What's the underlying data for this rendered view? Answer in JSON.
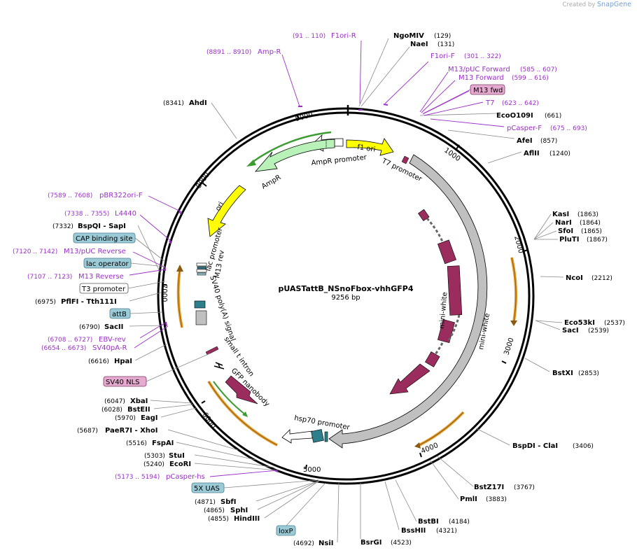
{
  "credit": {
    "prefix": "Created by",
    "brand": "SnapGene"
  },
  "plasmid": {
    "name": "pUASTattB_NSnoFbox-vhhGFP4",
    "size_label": "9256 bp",
    "length": 9256
  },
  "colors": {
    "feature_purple": "#9b2d5e",
    "ori_yellow": "#ffff00",
    "ampr_green": "#b9f2b9",
    "promoter_white": "#ffffff",
    "gray_feature": "#c0c0c0",
    "primer_purple": "#9b30c8",
    "label_blue_box": "#9ccbd8",
    "label_pink_box": "#e6a9cf",
    "orf_orange": "#e8a030",
    "orf_green": "#3c9c32",
    "teal": "#2e7f8c"
  },
  "tick_labels": [
    "1000",
    "2000",
    "3000",
    "4000",
    "5000",
    "6000",
    "7000",
    "8000",
    "9000"
  ],
  "enzymes": [
    {
      "name": "NgoMIV",
      "pos": "(129)"
    },
    {
      "name": "NaeI",
      "pos": "(131)"
    },
    {
      "name": "EcoO109I",
      "pos": "(661)"
    },
    {
      "name": "AfeI",
      "pos": "(857)"
    },
    {
      "name": "AflII",
      "pos": "(1240)"
    },
    {
      "name": "KasI",
      "pos": "(1863)"
    },
    {
      "name": "NarI",
      "pos": "(1864)"
    },
    {
      "name": "SfoI",
      "pos": "(1865)"
    },
    {
      "name": "PluTI",
      "pos": "(1867)"
    },
    {
      "name": "NcoI",
      "pos": "(2212)"
    },
    {
      "name": "Eco53kI",
      "pos": "(2537)"
    },
    {
      "name": "SacI",
      "pos": "(2539)"
    },
    {
      "name": "BstXI",
      "pos": "(2853)"
    },
    {
      "name": "BspDI - ClaI",
      "pos": "(3406)"
    },
    {
      "name": "BstZ17I",
      "pos": "(3767)"
    },
    {
      "name": "PmlI",
      "pos": "(3883)"
    },
    {
      "name": "BstBI",
      "pos": "(4184)"
    },
    {
      "name": "BssHII",
      "pos": "(4321)"
    },
    {
      "name": "BsrGI",
      "pos": "(4523)"
    },
    {
      "name": "NsiI",
      "pos": "(4692)"
    },
    {
      "name": "HindIII",
      "pos": "(4855)"
    },
    {
      "name": "SphI",
      "pos": "(4865)"
    },
    {
      "name": "SbfI",
      "pos": "(4871)"
    },
    {
      "name": "EcoRI",
      "pos": "(5240)"
    },
    {
      "name": "StuI",
      "pos": "(5303)"
    },
    {
      "name": "FspAI",
      "pos": "(5516)"
    },
    {
      "name": "PaeR7I - XhoI",
      "pos": "(5687)"
    },
    {
      "name": "EagI",
      "pos": "(5970)"
    },
    {
      "name": "BstEII",
      "pos": "(6028)"
    },
    {
      "name": "XbaI",
      "pos": "(6047)"
    },
    {
      "name": "HpaI",
      "pos": "(6616)"
    },
    {
      "name": "SacII",
      "pos": "(6790)"
    },
    {
      "name": "PflFI - Tth111I",
      "pos": "(6975)"
    },
    {
      "name": "BspQI - SapI",
      "pos": "(7332)"
    },
    {
      "name": "AhdI",
      "pos": "(8341)"
    }
  ],
  "primers": [
    {
      "name": "F1ori-R",
      "pos": "(91 .. 110)"
    },
    {
      "name": "Amp-R",
      "pos": "(8891 .. 8910)"
    },
    {
      "name": "F1ori-F",
      "pos": "(301 .. 322)"
    },
    {
      "name": "M13/pUC Forward",
      "pos": "(585 .. 607)"
    },
    {
      "name": "M13 Forward",
      "pos": "(599 .. 616)"
    },
    {
      "name": "T7",
      "pos": "(623 .. 642)"
    },
    {
      "name": "pCasper-F",
      "pos": "(675 .. 693)"
    },
    {
      "name": "pBR322ori-F",
      "pos": "(7589 .. 7608)"
    },
    {
      "name": "L4440",
      "pos": "(7338 .. 7355)"
    },
    {
      "name": "M13/pUC Reverse",
      "pos": "(7120 .. 7142)"
    },
    {
      "name": "M13 Reverse",
      "pos": "(7107 .. 7123)"
    },
    {
      "name": "EBV-rev",
      "pos": "(6708 .. 6727)"
    },
    {
      "name": "SV40pA-R",
      "pos": "(6654 .. 6673)"
    },
    {
      "name": "pCasper-hs",
      "pos": "(5173 .. 5194)"
    }
  ],
  "boxed_features": [
    {
      "name": "M13 fwd"
    },
    {
      "name": "CAP binding site"
    },
    {
      "name": "lac operator"
    },
    {
      "name": "T3 promoter"
    },
    {
      "name": "attB"
    },
    {
      "name": "SV40 NLS"
    },
    {
      "name": "5X UAS"
    },
    {
      "name": "loxP"
    }
  ],
  "features": {
    "f1_ori": "f1 ori",
    "ampr_promoter": "AmpR promoter",
    "t7_promoter": "T7 promoter",
    "ampr": "AmpR",
    "ori": "ori",
    "lac_promoter": "lac promoter",
    "m13_rev": "M13 rev",
    "sv40_polya": "SV40 poly(A) signal",
    "small_t_intron": "small t intron",
    "gfp_nanobody": "GFP nanobody",
    "hsp70_promoter": "hsp70 promoter",
    "mini_white_inner": "mini-white",
    "mini_white_outer": "mini-white"
  }
}
